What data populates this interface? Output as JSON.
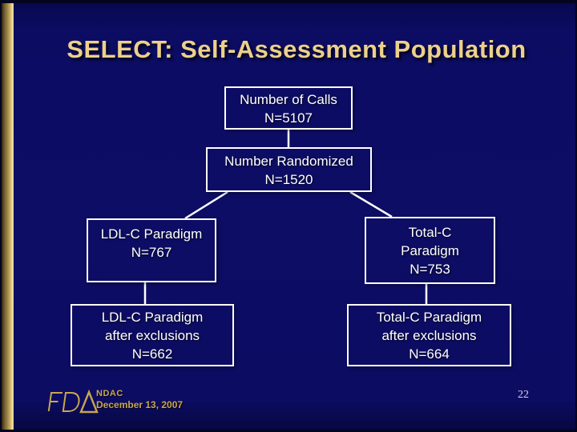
{
  "slide": {
    "title": "SELECT: Self-Assessment Population",
    "page_number": "22"
  },
  "flowchart": {
    "nodes": {
      "calls": {
        "lines": [
          "Number of Calls",
          "N=5107"
        ]
      },
      "randomized": {
        "lines": [
          "Number Randomized",
          "N=1520"
        ]
      },
      "ldl": {
        "lines": [
          "LDL-C Paradigm",
          "N=767"
        ]
      },
      "total": {
        "lines": [
          "Total-C",
          "Paradigm",
          "N=753"
        ]
      },
      "ldl_excl": {
        "lines": [
          "LDL-C Paradigm",
          "after exclusions",
          "N=662"
        ]
      },
      "total_excl": {
        "lines": [
          "Total-C Paradigm",
          "after exclusions",
          "N=664"
        ]
      }
    }
  },
  "footer": {
    "logo": "FDA",
    "org": "NDAC",
    "date": "December 13, 2007"
  },
  "colors": {
    "background": "#0d0d66",
    "title_gold": "#ecd08c",
    "accent_gold": "#c9a64f",
    "box_border": "#ffffff",
    "box_text": "#ffffff"
  }
}
